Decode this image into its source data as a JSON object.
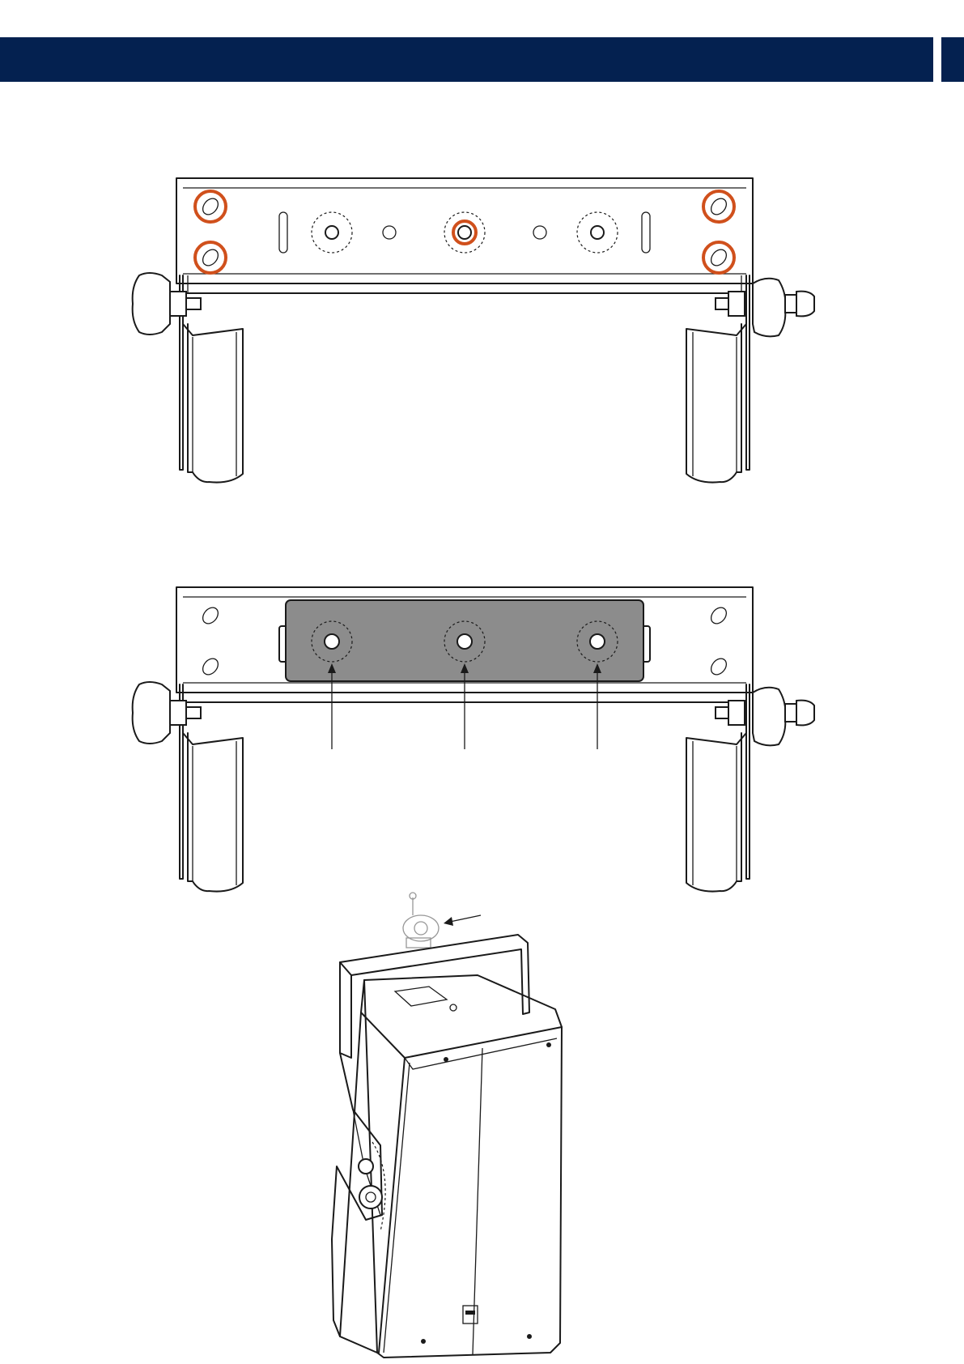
{
  "page": {
    "header_color": "#042150",
    "highlight_color": "#d0501c",
    "plate_fill": "#8c8c8c"
  },
  "figures": [
    {
      "name": "bracket-top-view-highlighted-holes",
      "highlighted_holes": 5
    },
    {
      "name": "bracket-top-view-with-plate",
      "arrows": 3
    },
    {
      "name": "speaker-mounted-on-bracket-with-clamp"
    }
  ]
}
